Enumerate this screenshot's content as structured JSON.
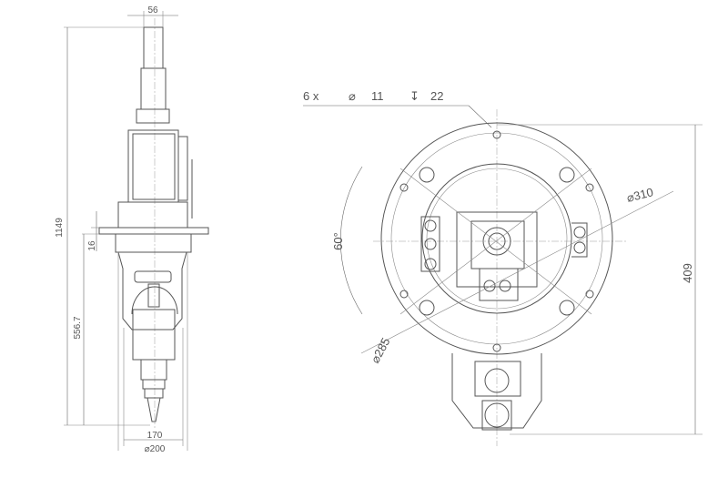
{
  "side_view": {
    "dim_top_width": "56",
    "dim_total_height": "1149",
    "dim_flange": "16",
    "dim_lower_height": "556.7",
    "dim_width": "170",
    "dim_diameter": "⌀200"
  },
  "front_view": {
    "hole_count": "6 x",
    "hole_diameter_symbol": "⌀",
    "hole_diameter": "11",
    "depth_symbol": "↧",
    "hole_depth": "22",
    "dim_bolt_circle": "⌀310",
    "dim_angle": "60°",
    "dim_height": "409",
    "dim_inner_circle": "⌀285"
  }
}
